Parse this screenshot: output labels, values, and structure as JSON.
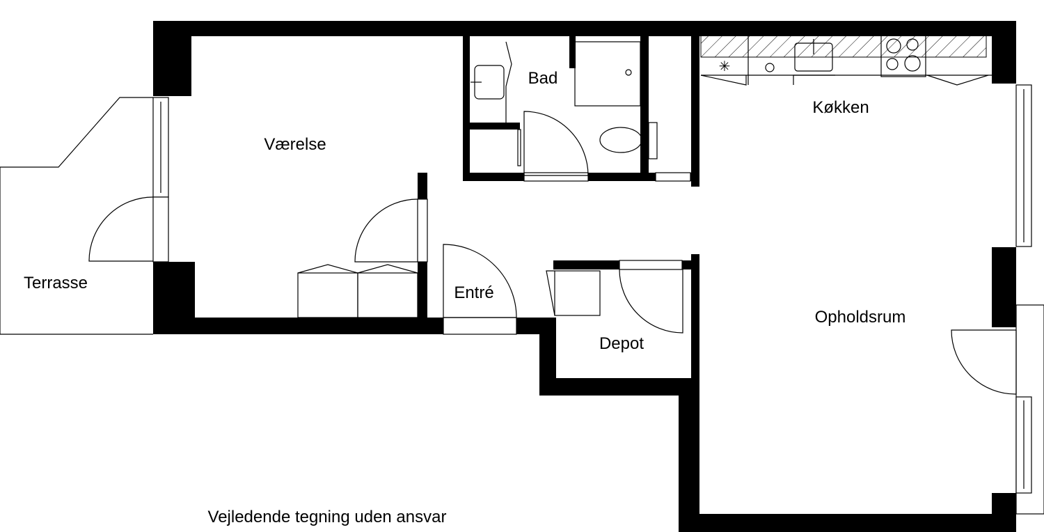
{
  "plan": {
    "colors": {
      "wall": "#000000",
      "background": "#ffffff"
    },
    "rooms": [
      {
        "id": "terrasse",
        "label": "Terrasse"
      },
      {
        "id": "vaerelse",
        "label": "Værelse"
      },
      {
        "id": "bad",
        "label": "Bad"
      },
      {
        "id": "kokken",
        "label": "Køkken"
      },
      {
        "id": "entre",
        "label": "Entré"
      },
      {
        "id": "depot",
        "label": "Depot"
      },
      {
        "id": "opholdsrum",
        "label": "Opholdsrum"
      }
    ],
    "disclaimer": "Vejledende tegning uden ansvar"
  }
}
